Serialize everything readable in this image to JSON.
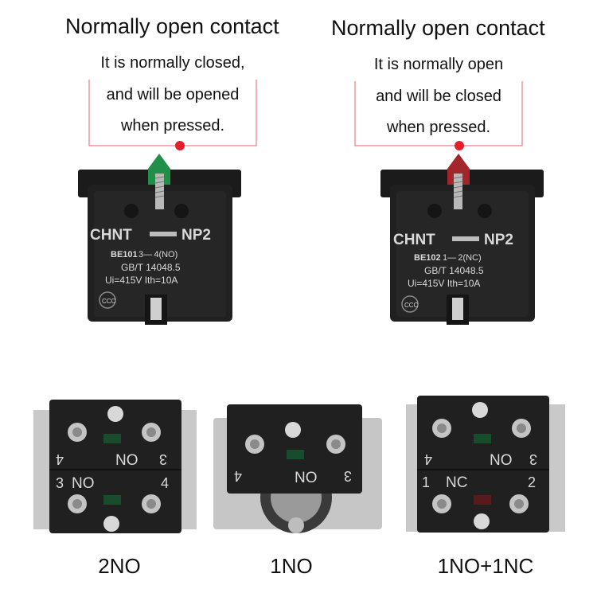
{
  "top_left": {
    "title": "Normally open contact",
    "desc_lines": [
      "It is normally closed,",
      "and will be opened",
      "when pressed."
    ],
    "block": {
      "brand": "CHNT",
      "model": "NP2",
      "part": "BE101",
      "part_suffix": "3— 4(NO)",
      "standard": "GB/T 14048.5",
      "rating": "Ui=415V  Ith=10A",
      "cert": "CCC"
    },
    "plunger_color": "#1f8f4a"
  },
  "top_right": {
    "title": "Normally open contact",
    "desc_lines": [
      "It is normally open",
      "and will be closed",
      "when pressed."
    ],
    "block": {
      "brand": "CHNT",
      "model": "NP2",
      "part": "BE102",
      "part_suffix": "1— 2(NC)",
      "standard": "GB/T 14048.5",
      "rating": "Ui=415V  Ith=10A",
      "cert": "CCC"
    },
    "plunger_color": "#a3262a"
  },
  "accent": "#e0202a",
  "bottom": [
    {
      "caption": "2NO",
      "upper_labels": [
        "4",
        "NO",
        "3"
      ],
      "lower_labels": [
        "3",
        "NO",
        "4"
      ]
    },
    {
      "caption": "1NO",
      "upper_labels": [
        "4",
        "NO",
        "3"
      ]
    },
    {
      "caption": "1NO+1NC",
      "upper_labels": [
        "4",
        "NO",
        "3"
      ],
      "lower_labels": [
        "1",
        "NC",
        "2"
      ]
    }
  ]
}
